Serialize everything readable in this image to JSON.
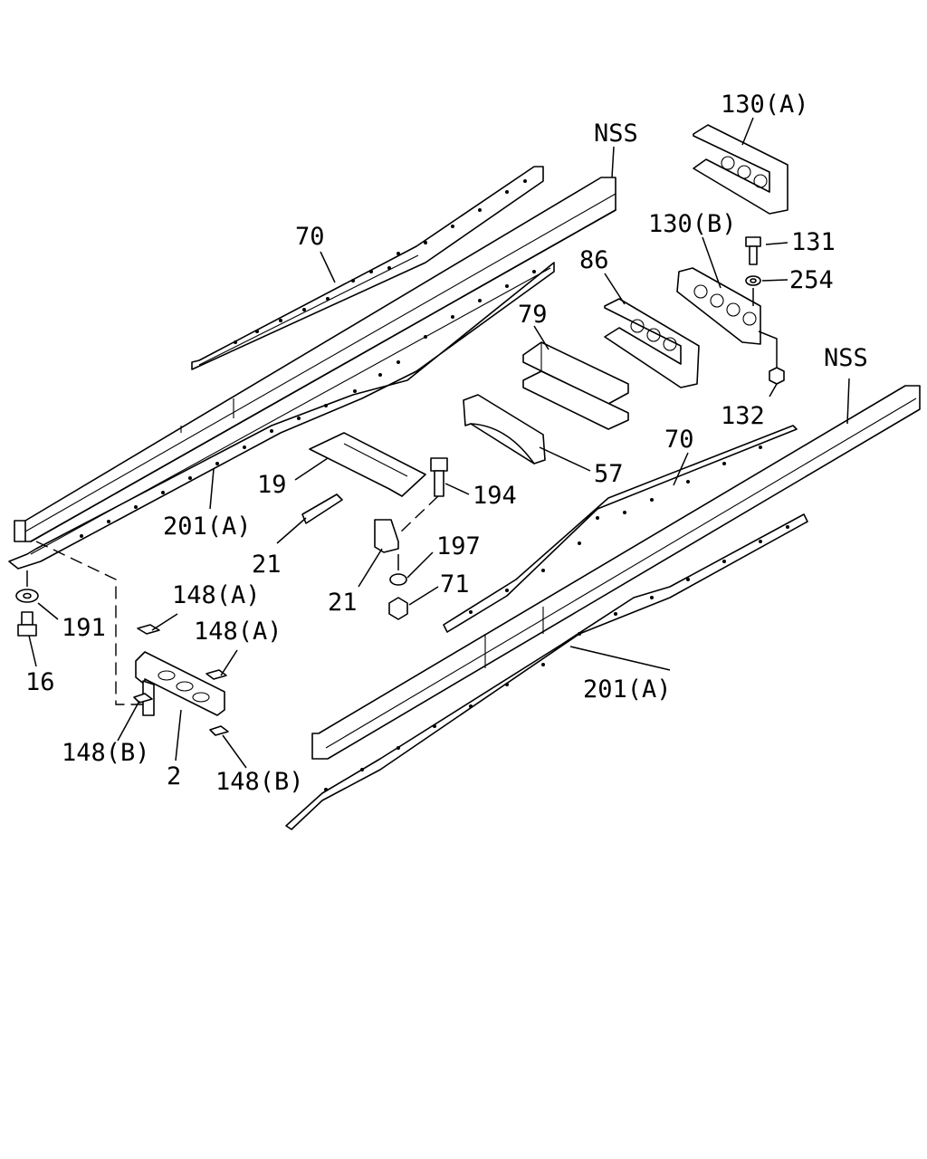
{
  "labels": {
    "nss_top": "NSS",
    "nss_right": "NSS",
    "p130a": "130(A)",
    "p130b": "130(B)",
    "p131": "131",
    "p254": "254",
    "p132": "132",
    "p70_top": "70",
    "p70_right": "70",
    "p86": "86",
    "p79": "79",
    "p57": "57",
    "p19": "19",
    "p194": "194",
    "p21_upper": "21",
    "p21_lower": "21",
    "p197": "197",
    "p71": "71",
    "p201a_left": "201(A)",
    "p201a_right": "201(A)",
    "p191": "191",
    "p16": "16",
    "p148a_upper": "148(A)",
    "p148a_lower": "148(A)",
    "p148b_left": "148(B)",
    "p148b_right": "148(B)",
    "p2": "2"
  }
}
